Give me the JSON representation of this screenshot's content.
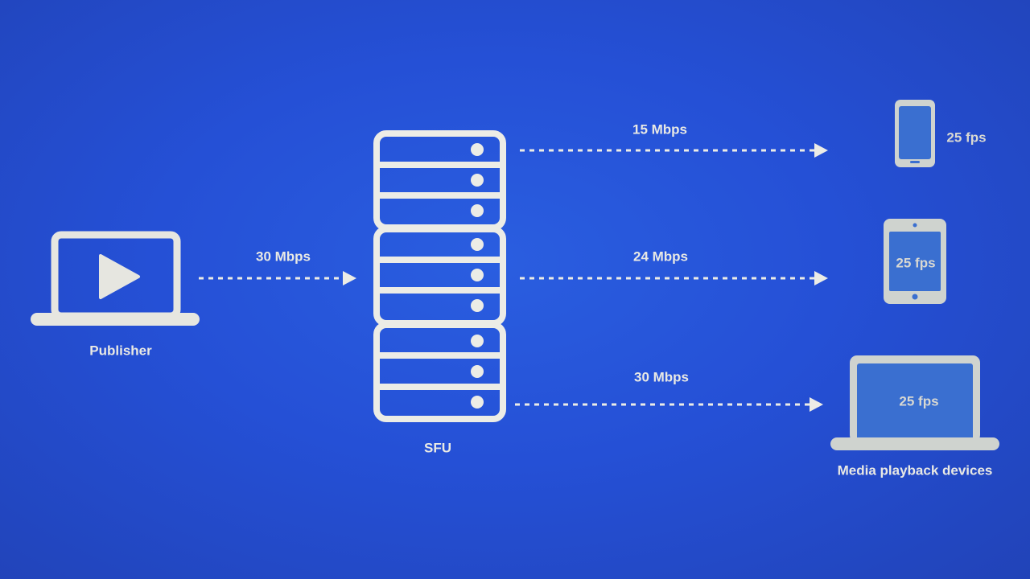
{
  "nodes": {
    "publisher": {
      "label": "Publisher"
    },
    "sfu": {
      "label": "SFU"
    },
    "devices": {
      "label": "Media playback devices"
    }
  },
  "links": {
    "publisher_to_sfu": {
      "rate": "30 Mbps"
    },
    "sfu_to_phone": {
      "rate": "15 Mbps"
    },
    "sfu_to_tablet": {
      "rate": "24 Mbps"
    },
    "sfu_to_laptop": {
      "rate": "30 Mbps"
    }
  },
  "devices": {
    "phone": {
      "fps": "25 fps"
    },
    "tablet": {
      "fps": "25 fps"
    },
    "laptop": {
      "fps": "25 fps"
    }
  },
  "icons": {
    "publisher": "laptop-play-icon",
    "sfu": "server-stack-icon",
    "phone": "smartphone-icon",
    "tablet": "tablet-icon",
    "laptop": "laptop-icon",
    "arrow": "arrow-head-icon"
  },
  "colors": {
    "background": "#2550d6",
    "stroke": "#e9e9e4",
    "screen": "#3a6fd0",
    "device_gray": "#cfd3cf"
  }
}
